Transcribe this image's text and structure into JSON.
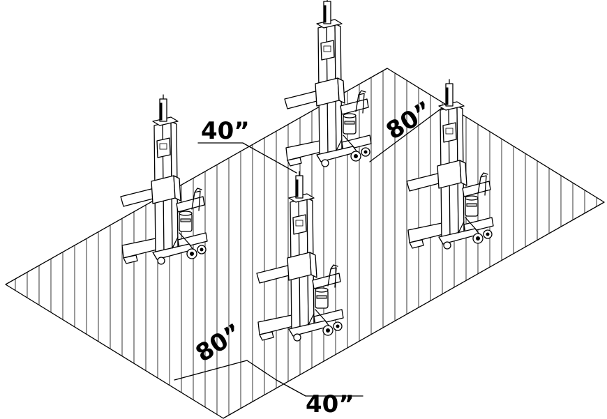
{
  "diagram": {
    "dimension_labels": {
      "top_left": "40”",
      "top_right": "80”",
      "bottom_left": "80”",
      "bottom_right": "40”"
    },
    "column_icon": "mobile-column-lift-icon",
    "column_count": 4,
    "colors": {
      "line": "#000000",
      "background": "#ffffff",
      "shade": "#cfcfcf"
    }
  }
}
